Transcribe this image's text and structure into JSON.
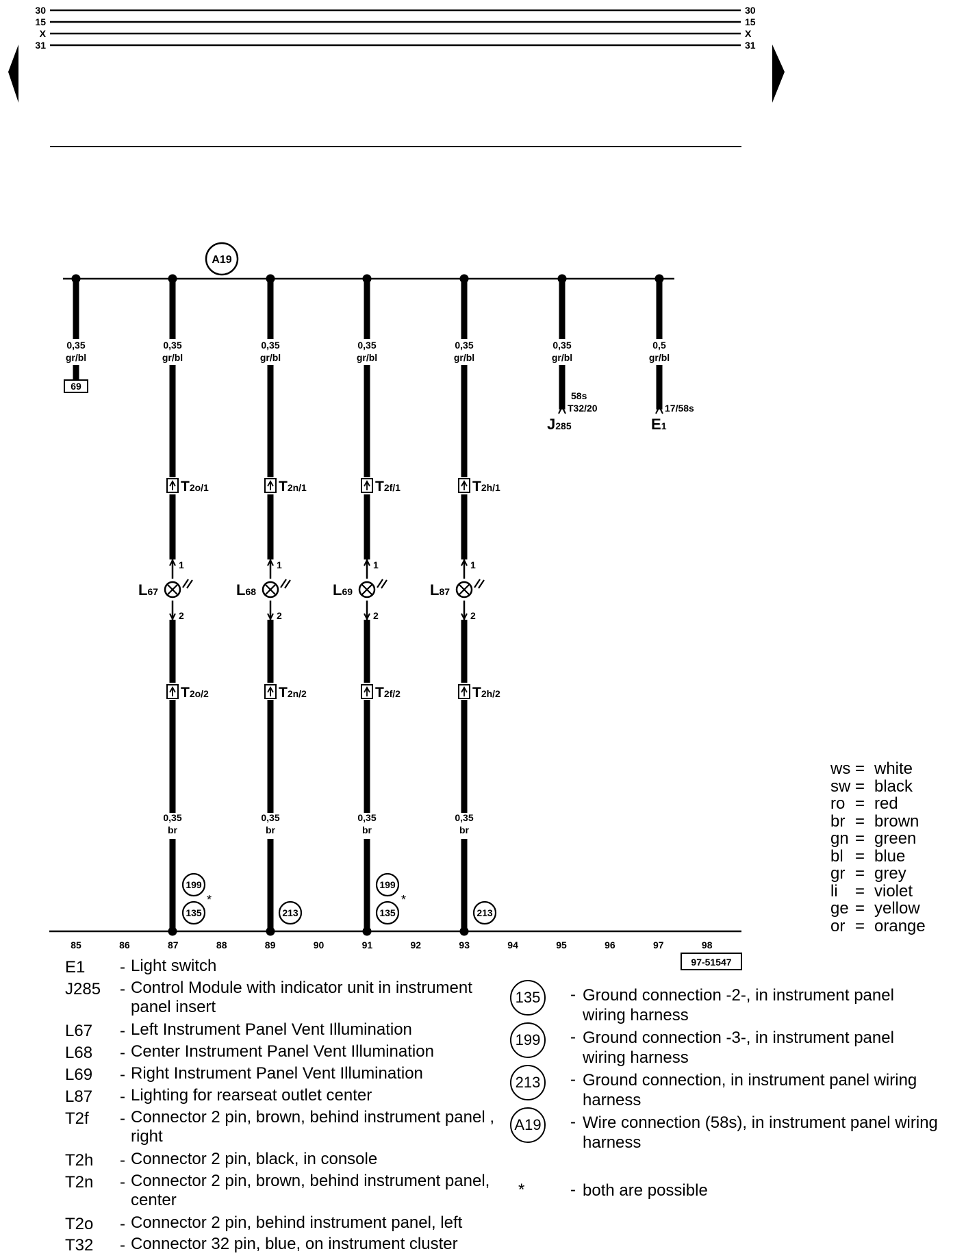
{
  "rails": {
    "labels": [
      "30",
      "15",
      "X",
      "31"
    ]
  },
  "bus": {
    "label": "A19"
  },
  "wires": [
    {
      "gauge": "0,35",
      "color": "gr/bl",
      "end": "69"
    },
    {
      "gauge": "0,35",
      "color": "gr/bl"
    },
    {
      "gauge": "0,35",
      "color": "gr/bl"
    },
    {
      "gauge": "0,35",
      "color": "gr/bl"
    },
    {
      "gauge": "0,35",
      "color": "gr/bl"
    },
    {
      "gauge": "0,35",
      "color": "gr/bl",
      "pin_a": "58s",
      "pin_b": "T32/20",
      "comp_main": "J",
      "comp_sub": "285"
    },
    {
      "gauge": "0,5",
      "color": "gr/bl",
      "pin_a": "17/58s",
      "comp_main": "E",
      "comp_sub": "1"
    }
  ],
  "lamps": [
    {
      "lamp_main": "L",
      "lamp_sub": "67",
      "top_main": "T",
      "top_sub": "2o/1",
      "bot_main": "T",
      "bot_sub": "2o/2",
      "pin1": "1",
      "pin2": "2",
      "gauge": "0,35",
      "color": "br"
    },
    {
      "lamp_main": "L",
      "lamp_sub": "68",
      "top_main": "T",
      "top_sub": "2n/1",
      "bot_main": "T",
      "bot_sub": "2n/2",
      "pin1": "1",
      "pin2": "2",
      "gauge": "0,35",
      "color": "br"
    },
    {
      "lamp_main": "L",
      "lamp_sub": "69",
      "top_main": "T",
      "top_sub": "2f/1",
      "bot_main": "T",
      "bot_sub": "2f/2",
      "pin1": "1",
      "pin2": "2",
      "gauge": "0,35",
      "color": "br"
    },
    {
      "lamp_main": "L",
      "lamp_sub": "87",
      "top_main": "T",
      "top_sub": "2h/1",
      "bot_main": "T",
      "bot_sub": "2h/2",
      "pin1": "1",
      "pin2": "2",
      "gauge": "0,35",
      "color": "br"
    }
  ],
  "grounds": {
    "g199": "199",
    "g135": "135",
    "g213": "213",
    "star": "*"
  },
  "track_numbers": [
    "85",
    "86",
    "87",
    "88",
    "89",
    "90",
    "91",
    "92",
    "93",
    "94",
    "95",
    "96",
    "97",
    "98"
  ],
  "diagram_id": "97-51547",
  "legend": [
    {
      "code": "E1",
      "text": "Light switch"
    },
    {
      "code": "J285",
      "text": "Control Module with indicator unit in instrument panel insert"
    },
    {
      "code": "L67",
      "text": "Left Instrument Panel Vent Illumination"
    },
    {
      "code": "L68",
      "text": "Center Instrument Panel Vent Illumination"
    },
    {
      "code": "L69",
      "text": "Right Instrument Panel Vent Illumination"
    },
    {
      "code": "L87",
      "text": "Lighting for rearseat outlet center"
    },
    {
      "code": "T2f",
      "text": "Connector 2 pin, brown, behind instrument panel , right"
    },
    {
      "code": "T2h",
      "text": "Connector 2 pin, black, in console"
    },
    {
      "code": "T2n",
      "text": "Connector 2 pin, brown, behind instrument panel, center"
    },
    {
      "code": "T2o",
      "text": "Connector 2 pin, behind instrument panel, left"
    },
    {
      "code": "T32",
      "text": "Connector 32 pin, blue, on  instrument cluster"
    }
  ],
  "ground_legend": [
    {
      "id": "135",
      "text": "Ground connection -2-, in instrument panel wiring harness"
    },
    {
      "id": "199",
      "text": "Ground connection -3-, in instrument panel wiring harness"
    },
    {
      "id": "213",
      "text": "Ground connection, in instrument panel wiring harness"
    },
    {
      "id": "A19",
      "text": "Wire connection (58s), in instrument panel wiring harness"
    }
  ],
  "note": {
    "symbol": "*",
    "text": "both are possible"
  },
  "color_codes": [
    {
      "code": "ws",
      "eq": "=",
      "name": "white"
    },
    {
      "code": "sw",
      "eq": "=",
      "name": "black"
    },
    {
      "code": "ro",
      "eq": "=",
      "name": "red"
    },
    {
      "code": "br",
      "eq": "=",
      "name": "brown"
    },
    {
      "code": "gn",
      "eq": "=",
      "name": "green"
    },
    {
      "code": "bl",
      "eq": "=",
      "name": "blue"
    },
    {
      "code": "gr",
      "eq": "=",
      "name": "grey"
    },
    {
      "code": "li",
      "eq": "=",
      "name": "violet"
    },
    {
      "code": "ge",
      "eq": "=",
      "name": "yellow"
    },
    {
      "code": "or",
      "eq": "=",
      "name": "orange"
    }
  ]
}
